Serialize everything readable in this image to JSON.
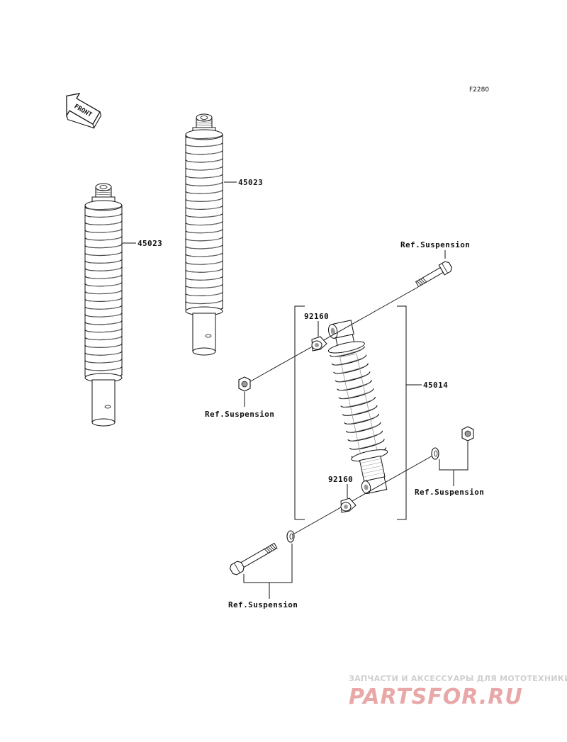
{
  "diagram_code": "F2280",
  "front_label": "FRONT",
  "parts": {
    "spring_a": "45023",
    "spring_b": "45023",
    "shock_absorber": "45014",
    "collar_upper": "92160",
    "collar_lower": "92160"
  },
  "references": {
    "ref_top_right": "Ref.Suspension",
    "ref_left": "Ref.Suspension",
    "ref_right": "Ref.Suspension",
    "ref_bottom": "Ref.Suspension"
  },
  "watermark": {
    "tagline": "ЗАПЧАСТИ И АКСЕССУАРЫ ДЛЯ МОТОТЕХНИКИ",
    "brand": "PARTSFOR.RU"
  },
  "colors": {
    "line": "#1a1a1a",
    "watermark_brand": "#e8a8a8",
    "watermark_tagline": "#cfcfcf"
  }
}
